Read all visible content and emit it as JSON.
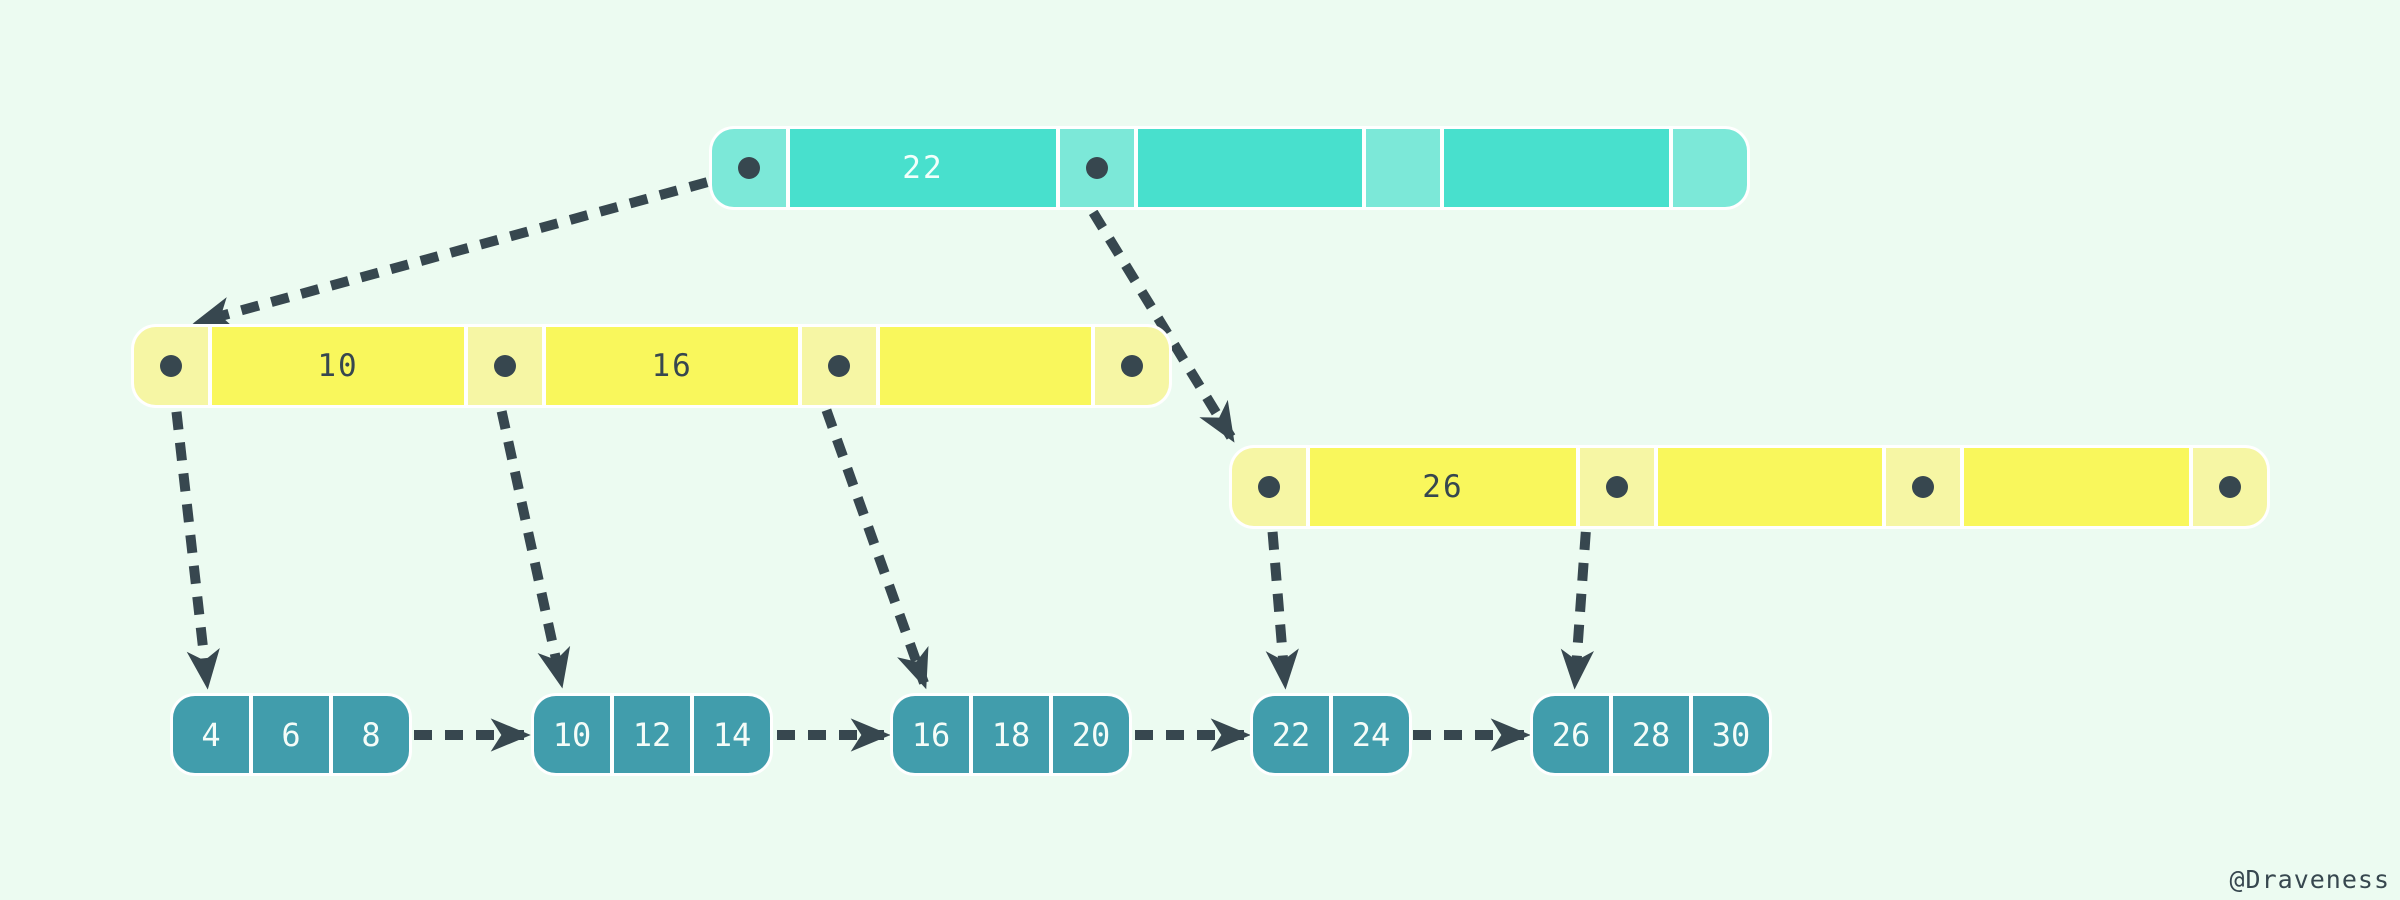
{
  "watermark": "@Draveness",
  "colors": {
    "background": "#ECFBF1",
    "root_key_fill": "#48E0CD",
    "root_pointer_fill": "#7CE8D8",
    "internal_key_fill": "#F9F75C",
    "internal_pointer_fill": "#F6F6A4",
    "leaf_fill": "#419DAC",
    "arrow": "#37474F",
    "dark_text": "#37474F",
    "light_text": "#F4FCF8"
  },
  "tree": {
    "root": {
      "keys": [
        "22",
        "",
        ""
      ]
    },
    "internal_left": {
      "keys": [
        "10",
        "16",
        ""
      ]
    },
    "internal_right": {
      "keys": [
        "26",
        "",
        ""
      ]
    },
    "leaves": [
      {
        "values": [
          "4",
          "6",
          "8"
        ]
      },
      {
        "values": [
          "10",
          "12",
          "14"
        ]
      },
      {
        "values": [
          "16",
          "18",
          "20"
        ]
      },
      {
        "values": [
          "22",
          "24"
        ]
      },
      {
        "values": [
          "26",
          "28",
          "30"
        ]
      }
    ]
  }
}
